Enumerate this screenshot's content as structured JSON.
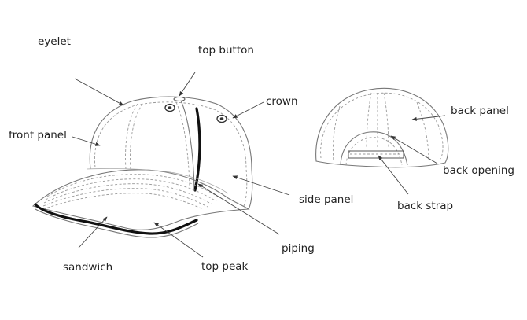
{
  "labels": {
    "eyelet": "eyelet",
    "top_button": "top button",
    "crown": "crown",
    "front_panel": "front panel",
    "side_panel": "side panel",
    "piping": "piping",
    "sandwich": "sandwich",
    "top_peak": "top peak",
    "back_panel": "back panel",
    "back_opening": "back opening",
    "back_strap": "back strap"
  },
  "colors": {
    "outline": "#777777",
    "label_text": "#222222",
    "piping": "#111111"
  }
}
